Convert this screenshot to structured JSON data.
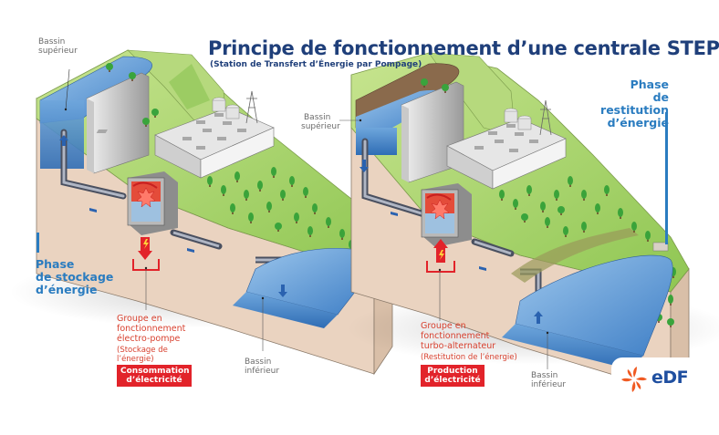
{
  "header": {
    "title": "Principe de fonctionnement d’une centrale STEP",
    "subtitle": "(Station de Transfert d’Énergie par Pompage)"
  },
  "left_panel": {
    "upper_basin_label": [
      "Bassin",
      "supérieur"
    ],
    "phase_label": [
      "Phase",
      "de stockage",
      "d’énergie"
    ],
    "group_label": [
      "Groupe en",
      "fonctionnement",
      "électro-pompe"
    ],
    "group_sublabel": [
      "(Stockage de",
      "l’énergie)"
    ],
    "badge": [
      "Consommation",
      "d’électricité"
    ],
    "lower_basin_label": [
      "Bassin",
      "inférieur"
    ]
  },
  "right_panel": {
    "upper_basin_label": [
      "Bassin",
      "supérieur"
    ],
    "phase_label": [
      "Phase",
      "de restitution",
      "d’énergie"
    ],
    "group_label": [
      "Groupe en",
      "fonctionnement",
      "turbo-alternateur"
    ],
    "group_sublabel": [
      "(Restitution de l’énergie)"
    ],
    "badge": [
      "Production",
      "d’électricité"
    ],
    "lower_basin_label": [
      "Bassin",
      "inférieur"
    ]
  },
  "logo": {
    "text": "eDF",
    "icon": "edf-flower-icon"
  },
  "colors": {
    "title": "#1f3f7a",
    "phase": "#2a7cc0",
    "red": "#e2232a",
    "red_text": "#d8412f",
    "water": "#4f8fd0",
    "grass": "#a9d46a",
    "earth": "#e9d2bf",
    "logo_orange": "#f05a22",
    "logo_blue": "#1f4fa0"
  }
}
